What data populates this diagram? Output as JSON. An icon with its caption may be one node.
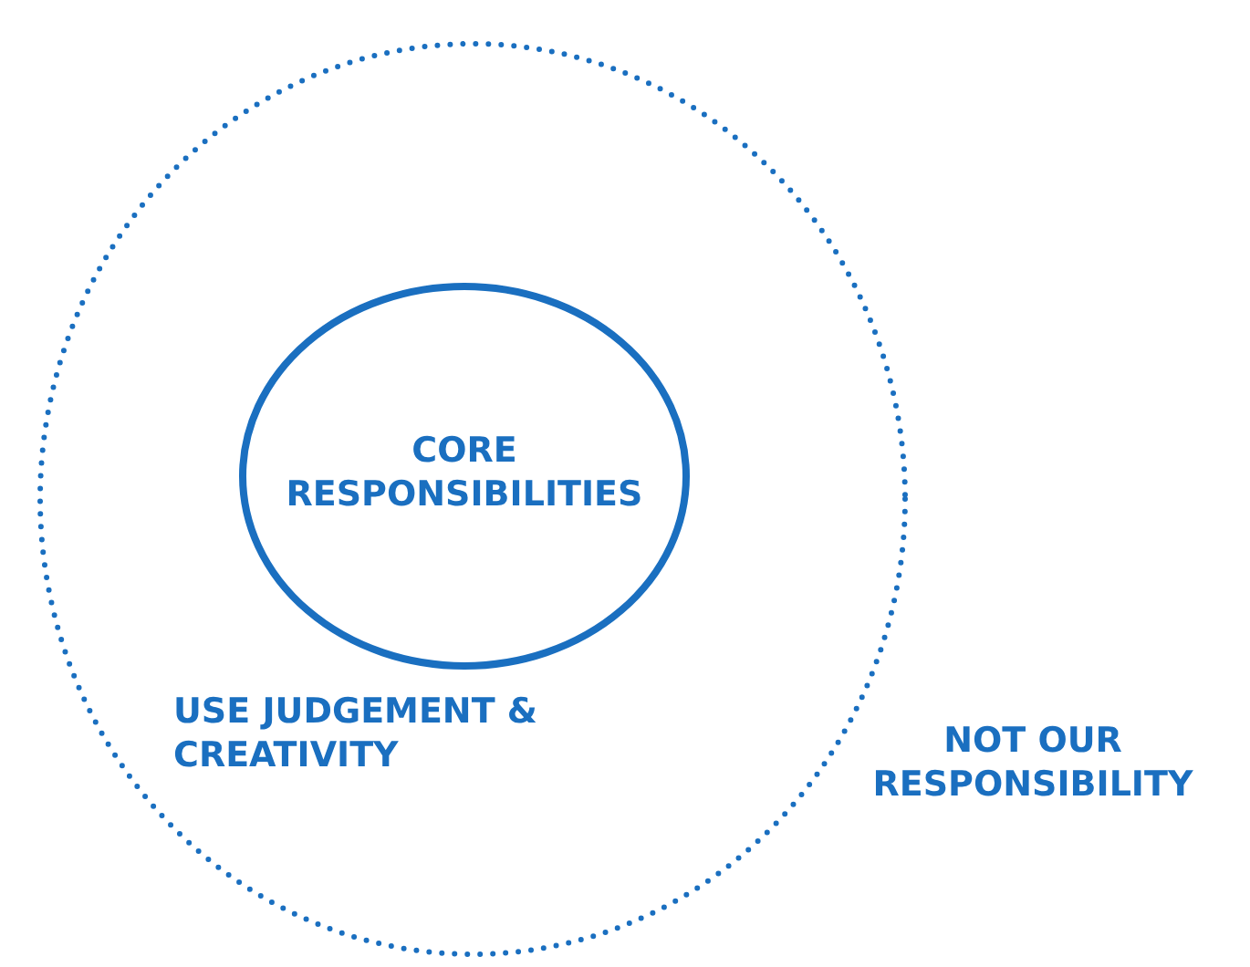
{
  "diagram": {
    "nodes": [
      {
        "text": [
          "USE JUDGEMENT & CREATIVITY"
        ]
      },
      {
        "text": [
          "CORE RESPONSIBILITIES"
        ],
        "in": 0
      }
    ],
    "edges": [],
    "labels": [
      "NOT OUR RESPONSIBILITY"
    ]
  }
}
